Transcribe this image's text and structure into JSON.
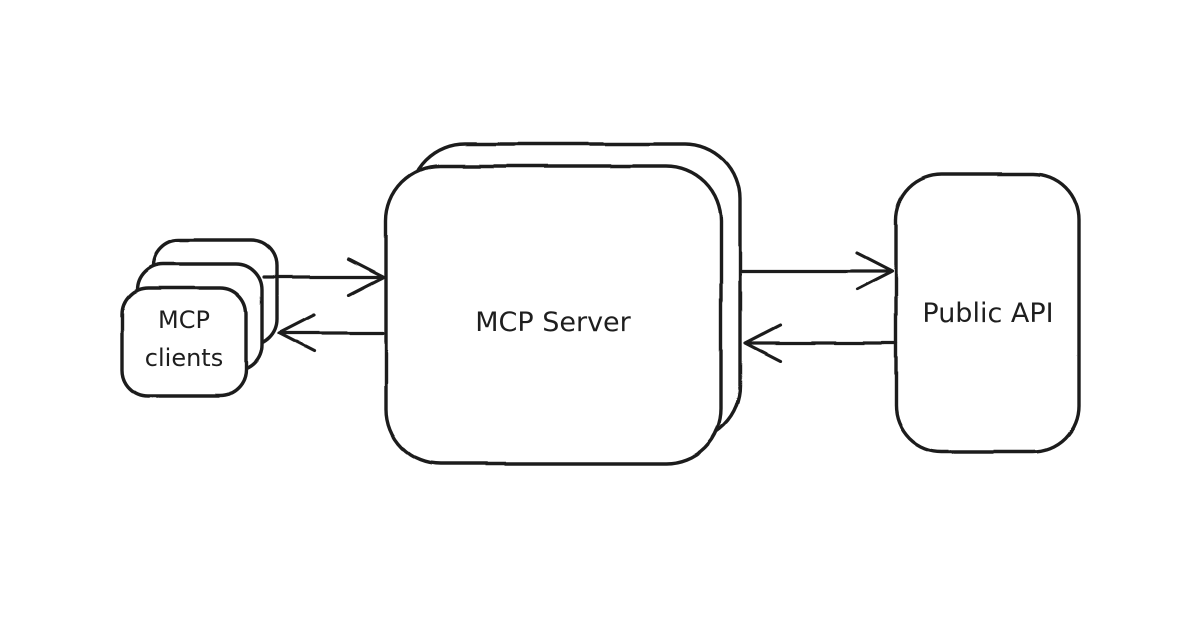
{
  "diagram": {
    "type": "architecture-flow",
    "background_color": "#ffffff",
    "stroke_color": "#1e1e1e",
    "text_color": "#1e1e1e",
    "style": "hand-drawn",
    "nodes": {
      "clients": {
        "id": "mcp-clients",
        "label_line1": "MCP",
        "label_line2": "clients",
        "shape": "stacked-rounded-cards",
        "stack_count": 3
      },
      "server": {
        "id": "mcp-server",
        "label": "MCP Server",
        "shape": "stacked-rounded-boxes",
        "stack_count": 2
      },
      "api": {
        "id": "public-api",
        "label": "Public API",
        "shape": "rounded-box",
        "stack_count": 1
      }
    },
    "edges": [
      {
        "from": "mcp-clients",
        "to": "mcp-server",
        "direction": "right",
        "arrowhead": "open"
      },
      {
        "from": "mcp-server",
        "to": "mcp-clients",
        "direction": "left",
        "arrowhead": "open"
      },
      {
        "from": "mcp-server",
        "to": "public-api",
        "direction": "right",
        "arrowhead": "open"
      },
      {
        "from": "public-api",
        "to": "mcp-server",
        "direction": "left",
        "arrowhead": "open"
      }
    ]
  }
}
